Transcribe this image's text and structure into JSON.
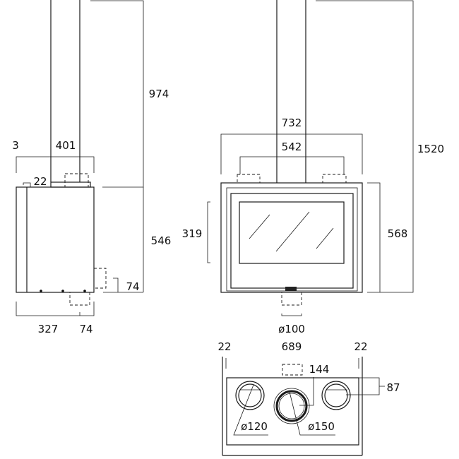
{
  "side_view": {
    "height_total_above": "974",
    "depth_offset": "3",
    "flue_width": "401",
    "flue_offset": "22",
    "height": "546",
    "rear_outlet": "74",
    "depth": "327",
    "bottom_outlet": "74"
  },
  "front_view": {
    "total_height": "1520",
    "width_outer": "732",
    "width_outlets": "542",
    "glass_height": "319",
    "height": "568",
    "bottom_outlet_diameter": "ø100"
  },
  "top_view": {
    "margin_left": "22",
    "width": "689",
    "margin_right": "22",
    "flue_offset": "144",
    "side_offset": "87",
    "side_outlet_diameter": "ø120",
    "flue_diameter": "ø150"
  }
}
